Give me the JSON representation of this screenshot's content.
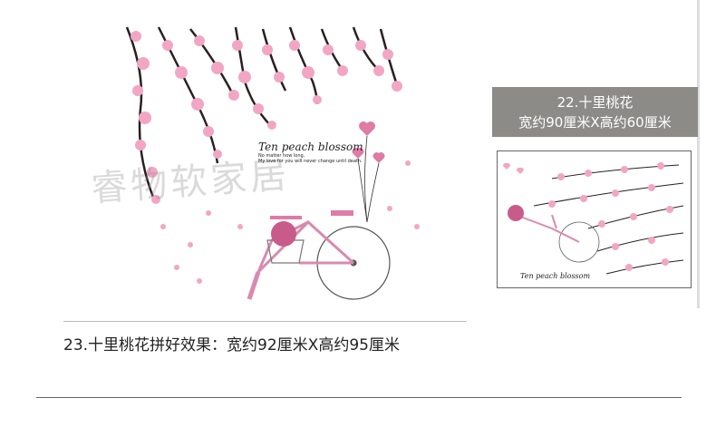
{
  "product": {
    "tagline_title": "Ten peach blossom",
    "tagline_line1": "No matter how long,",
    "tagline_line2": "My love for you will never change until death.",
    "watermark": "睿物软家居",
    "caption": "23.十里桃花拼好效果：宽约92厘米X高约95厘米"
  },
  "spec": {
    "title": "22.十里桃花",
    "size": "宽约90厘米X高约60厘米"
  },
  "colors": {
    "blossom": "#f2a6c4",
    "blossom_dark": "#e07aa6",
    "branch": "#2a2020",
    "spec_bg": "#8c8b88"
  }
}
